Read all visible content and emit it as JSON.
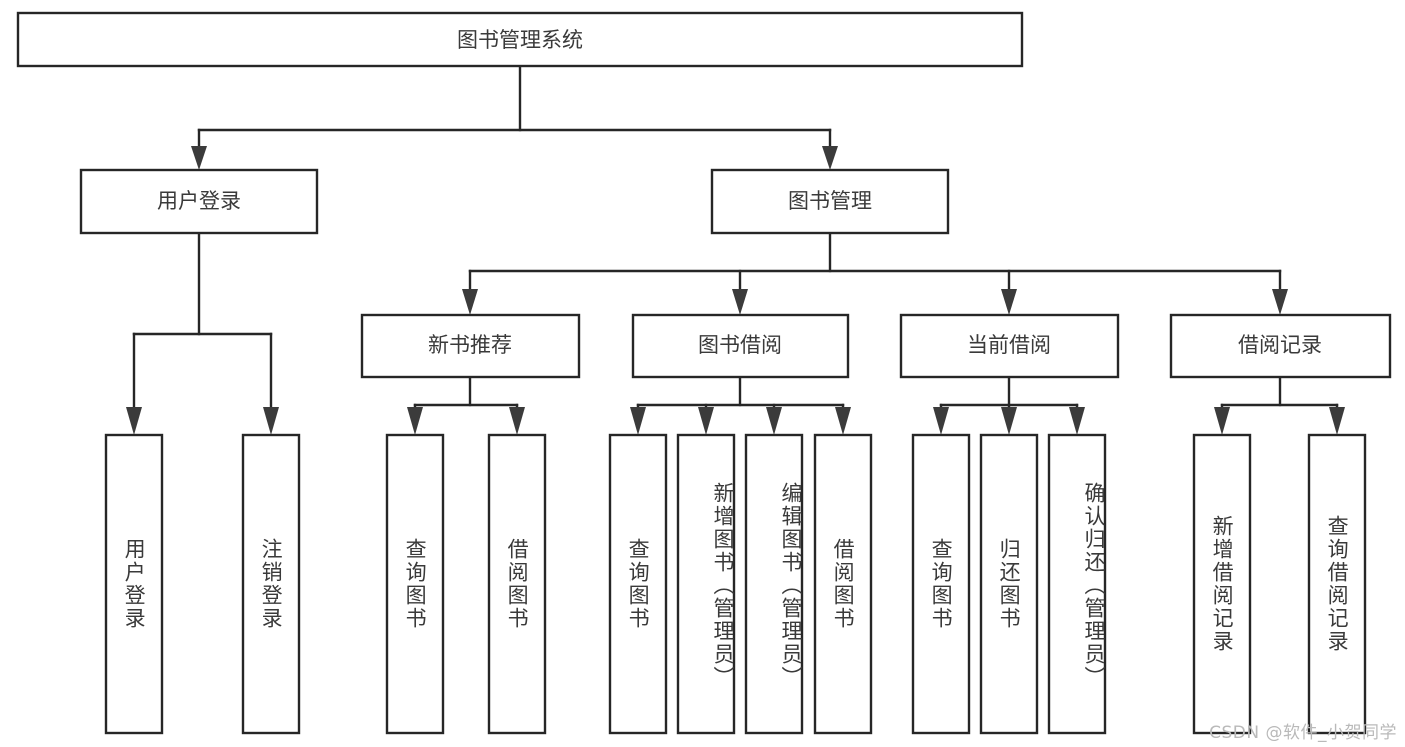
{
  "diagram": {
    "type": "tree-hierarchy",
    "title": "图书管理系统",
    "orientation": "top-down",
    "colors": {
      "background": "#ffffff",
      "box_stroke": "#262626",
      "box_fill": "#ffffff",
      "text": "#3a3a3a",
      "arrow": "#3b3b3b",
      "watermark": "#b9b9b9"
    },
    "root": {
      "label": "图书管理系统"
    },
    "level2": [
      {
        "label": "用户登录"
      },
      {
        "label": "图书管理"
      }
    ],
    "level3": [
      {
        "label": "新书推荐"
      },
      {
        "label": "图书借阅"
      },
      {
        "label": "当前借阅"
      },
      {
        "label": "借阅记录"
      }
    ],
    "leaves": {
      "user_login": [
        {
          "label": "用户登录"
        },
        {
          "label": "注销登录"
        }
      ],
      "new_book": [
        {
          "label": "查询图书"
        },
        {
          "label": "借阅图书"
        }
      ],
      "book_borrow": [
        {
          "label": "查询图书"
        },
        {
          "label": "新增图书（管理员）"
        },
        {
          "label": "编辑图书（管理员）"
        },
        {
          "label": "借阅图书"
        }
      ],
      "current_borrow": [
        {
          "label": "查询图书"
        },
        {
          "label": "归还图书"
        },
        {
          "label": "确认归还（管理员）"
        }
      ],
      "borrow_record": [
        {
          "label": "新增借阅记录"
        },
        {
          "label": "查询借阅记录"
        }
      ]
    }
  },
  "watermark": {
    "text": "CSDN @软件_小贺同学"
  }
}
